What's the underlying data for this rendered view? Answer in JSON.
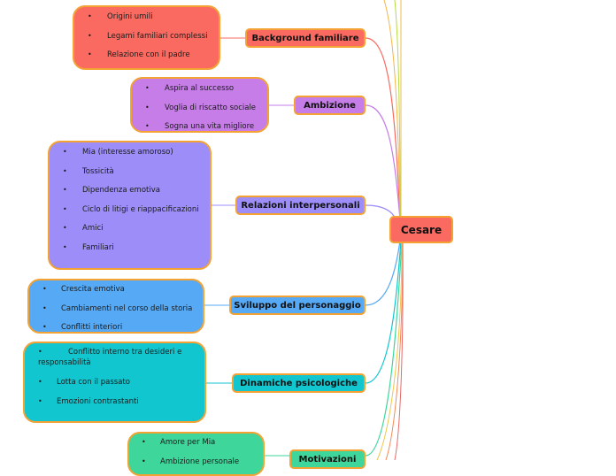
{
  "root": {
    "label": "Cesare"
  },
  "branches": [
    {
      "label": "Background familiare",
      "items": [
        "Origini umili",
        "Legami familiari complessi",
        "Relazione con il padre"
      ]
    },
    {
      "label": "Ambizione",
      "items": [
        "Aspira al successo",
        "Voglia di riscatto sociale",
        "Sogna una vita migliore"
      ]
    },
    {
      "label": "Relazioni interpersonali",
      "items": [
        "Mia (interesse amoroso)",
        "Tossicità",
        "Dipendenza emotiva",
        "Ciclo di litigi e riappacificazioni",
        "Amici",
        "Familiari"
      ]
    },
    {
      "label": "Sviluppo del personaggio",
      "items": [
        "Crescita emotiva",
        "Cambiamenti nel corso della storia",
        "Conflitti interiori"
      ]
    },
    {
      "label": "Dinamiche psicologiche",
      "items": [
        "Conflitto interno tra desideri e responsabilità",
        "Lotta con il passato",
        "Emozioni contrastanti"
      ]
    },
    {
      "label": "Motivazioni",
      "items": [
        "Amore per Mia",
        "Ambizione personale"
      ]
    }
  ],
  "bullet": "•",
  "colors": {
    "background": "#fa6a60",
    "ambizione": "#c67de8",
    "relazioni": "#9c8df9",
    "sviluppo": "#56a9f5",
    "dinamiche": "#11c6cf",
    "motivazioni": "#3ed69a",
    "root_border": "#f3a233",
    "node_border": "#f3a233"
  }
}
